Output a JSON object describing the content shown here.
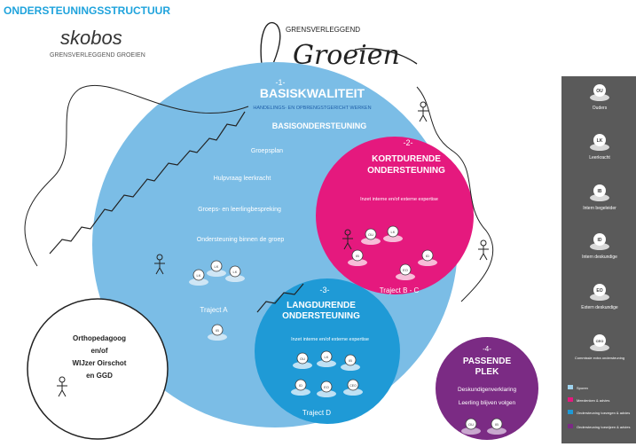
{
  "header": {
    "title": "ONDERSTEUNINGSSTRUCTUUR",
    "brand": "skobos",
    "brand_tagline": "GRENSVERLEGGEND GROEIEN",
    "motto_small": "GRENSVERLEGGEND",
    "motto_big": "Groeien"
  },
  "colors": {
    "title_blue": "#1fa3dc",
    "big_circle": "#7bbde6",
    "pink": "#e5197e",
    "deep_blue": "#1f9ad6",
    "purple": "#7b2b84",
    "legend_bg": "#5a5a5a",
    "node_dark": "#3b3b3b"
  },
  "basis": {
    "number": "-1-",
    "title": "BASISKWALITEIT",
    "subtitle": "HANDELINGS- EN OPBRENGSTGERICHT WERKEN",
    "section": "BASISONDERSTEUNING",
    "items": [
      "Groepsplan",
      "Hulpvraag leerkracht",
      "Groeps- en leerlingbespreking",
      "Ondersteuning binnen de groep"
    ],
    "traject": "Traject A",
    "nodes": [
      "LK",
      "LK",
      "LK",
      "IB"
    ]
  },
  "kort": {
    "number": "-2-",
    "title1": "KORTDURENDE",
    "title2": "ONDERSTEUNING",
    "note": "Inzet interne en/of externe expertise",
    "traject": "Traject B - C",
    "nodes": [
      "OU",
      "LK",
      "IB",
      "ID",
      "EO"
    ]
  },
  "lang": {
    "number": "-3-",
    "title1": "LANGDURENDE",
    "title2": "ONDERSTEUNING",
    "note": "Inzet interne en/of externe expertise",
    "traject": "Traject D",
    "nodes": [
      "OU",
      "LK",
      "IB",
      "ID",
      "EO",
      "CEO"
    ]
  },
  "passend": {
    "number": "-4-",
    "title1": "PASSENDE",
    "title2": "PLEK",
    "items": [
      "Deskundigenverklaring",
      "Leerling blijven volgen"
    ],
    "nodes": [
      "OU",
      "IB"
    ]
  },
  "ortho": {
    "lines": [
      "Orthopedagoog",
      "en/of",
      "WIJzer Oirschot",
      "en GGD"
    ]
  },
  "legend": {
    "items": [
      {
        "code": "OU",
        "label": "Ouders"
      },
      {
        "code": "LK",
        "label": "Leerkracht"
      },
      {
        "code": "IB",
        "label": "Intern begeleider"
      },
      {
        "code": "ID",
        "label": "Intern deskundige"
      },
      {
        "code": "EO",
        "label": "Extern deskundige"
      },
      {
        "code": "CEO",
        "label": "Commissie extra ondersteuning"
      }
    ],
    "keys": [
      {
        "label": "Sporen",
        "color": "#9fd3ee"
      },
      {
        "label": "Meedenken & advies",
        "color": "#e5197e"
      },
      {
        "label": "Ondersteuning toezegen & advies",
        "color": "#1f9ad6"
      },
      {
        "label": "Ondersteuning toewijzen & advies",
        "color": "#7b2b84"
      }
    ]
  }
}
